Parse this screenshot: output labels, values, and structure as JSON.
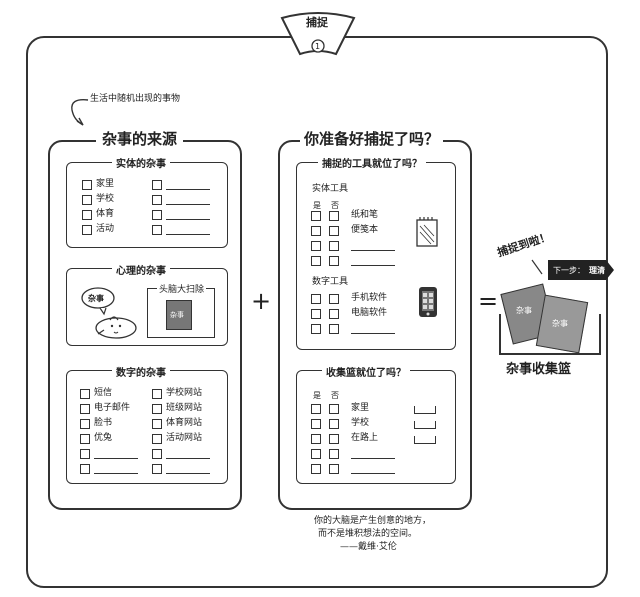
{
  "top_badge": {
    "label": "捕捉",
    "number": "1"
  },
  "side_note": "生活中随机出现的事物",
  "left_panel": {
    "title": "杂事的来源",
    "physical": {
      "title": "实体的杂事",
      "items": [
        "家里",
        "学校",
        "体育",
        "活动"
      ]
    },
    "mental": {
      "title": "心理的杂事",
      "speech": "杂事",
      "scan_label": "头脑大扫除",
      "card_text": "杂事"
    },
    "digital": {
      "title": "数字的杂事",
      "col1": [
        "短信",
        "电子邮件",
        "脸书",
        "优兔"
      ],
      "col2": [
        "学校网站",
        "班级网站",
        "体育网站",
        "活动网站"
      ]
    }
  },
  "plus": "+",
  "equals": "=",
  "right_panel": {
    "title": "你准备好捕捉了吗？",
    "tools": {
      "title": "捕捉的工具就位了吗？",
      "physical_title": "实体工具",
      "yes": "是",
      "no": "否",
      "physical_items": [
        "纸和笔",
        "便笺本"
      ],
      "digital_title": "数字工具",
      "digital_items": [
        "手机软件",
        "电脑软件"
      ]
    },
    "basket": {
      "title": "收集篮就位了吗？",
      "yes": "是",
      "no": "否",
      "items": [
        "家里",
        "学校",
        "在路上"
      ]
    }
  },
  "result": {
    "speech": "捕捉到啦！",
    "flag_prefix": "下一步：",
    "flag_action": "理清",
    "card_text": "杂事",
    "label": "杂事收集篮"
  },
  "quote": {
    "line1": "你的大脑是产生创意的地方，",
    "line2": "而不是堆积想法的空间。",
    "author": "——戴维·艾伦"
  }
}
